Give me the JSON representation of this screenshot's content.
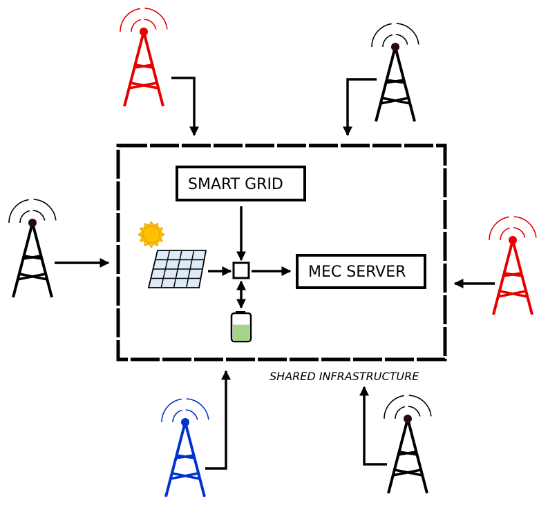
{
  "diagram": {
    "smart_grid": {
      "label": "SMART GRID"
    },
    "mec_server": {
      "label": "MEC SERVER"
    },
    "infrastructure": {
      "label": "SHARED INFRASTRUCTURE"
    },
    "hub": {
      "label": ""
    },
    "battery": {
      "charge_fraction": 0.6,
      "fill_color": "#a9d18e"
    },
    "solar_panel": {
      "cell_color": "#deebf7",
      "rows": 4,
      "cols": 4
    },
    "sun": {
      "color": "#ffc000",
      "stroke": "#e0a000"
    },
    "towers": [
      {
        "id": "tower-top-left",
        "color": "#e60000",
        "link": "to-infrastructure"
      },
      {
        "id": "tower-top-right",
        "color": "#000000",
        "link": "to-infrastructure"
      },
      {
        "id": "tower-left",
        "color": "#000000",
        "link": "to-infrastructure"
      },
      {
        "id": "tower-right",
        "color": "#e60000",
        "link": "to-infrastructure"
      },
      {
        "id": "tower-bottom-left",
        "color": "#0033cc",
        "link": "to-infrastructure"
      },
      {
        "id": "tower-bottom-right",
        "color": "#000000",
        "link": "to-infrastructure"
      }
    ],
    "icons": {
      "tower": "cell-tower-icon",
      "sun": "sun-icon",
      "solar": "solar-panel-icon",
      "battery": "battery-icon"
    }
  }
}
